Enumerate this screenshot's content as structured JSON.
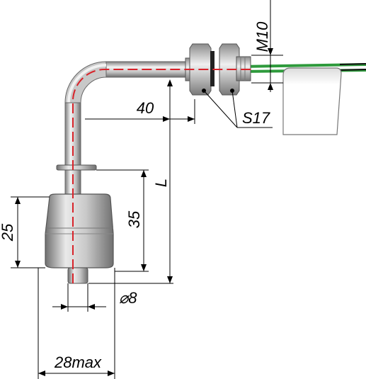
{
  "labels": {
    "thread": "M10",
    "horizontal_length": "40",
    "length": "L",
    "wrench_size": "S17",
    "float_to_collar": "35",
    "float_height": "25",
    "stem_diameter": "⌀8",
    "float_width": "28max"
  },
  "colors": {
    "centerline": "#d8232a",
    "wire_green": "#2e9a3c",
    "wire_black": "#111111",
    "metal_light": "#f2f2f2",
    "metal_dark": "#8a8a8a"
  }
}
